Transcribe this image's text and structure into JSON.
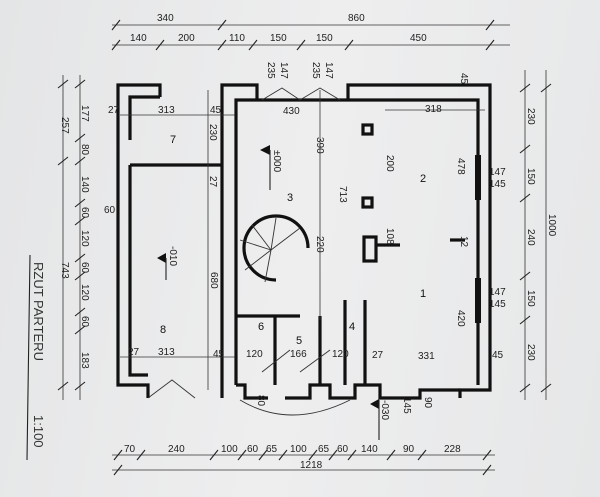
{
  "title": "RZUT PARTERU",
  "scale": "1:100",
  "top_dims": {
    "row1": [
      "340",
      "860"
    ],
    "row2": [
      "140",
      "200",
      "110",
      "150",
      "150",
      "450"
    ]
  },
  "bottom_dims": {
    "row1": [
      "70",
      "240",
      "100",
      "60",
      "65",
      "100",
      "65",
      "60",
      "140",
      "90",
      "228"
    ],
    "total": "1218"
  },
  "left_dims": {
    "outer": [
      "257",
      "743"
    ],
    "inner": [
      "177",
      "80",
      "140",
      "60",
      "120",
      "60",
      "120",
      "60",
      "183"
    ]
  },
  "right_dims": {
    "segments": [
      "230",
      "150",
      "240",
      "150",
      "230"
    ],
    "total": "1000"
  },
  "levels": [
    "±000",
    "-010",
    "-030"
  ],
  "rooms": [
    "1",
    "2",
    "3",
    "4",
    "5",
    "6",
    "7",
    "8"
  ],
  "interior_dims": {
    "d313a": "313",
    "d313b": "313",
    "d27a": "27",
    "d27b": "27",
    "d27c": "27",
    "d27d": "27",
    "d45a": "45",
    "d45b": "45",
    "d45c": "45",
    "d45d": "45",
    "d230a": "230",
    "d680": "680",
    "d390": "390",
    "d713": "713",
    "d220": "220",
    "d200": "200",
    "d108": "108",
    "d318": "318",
    "d478": "478",
    "d420": "420",
    "d147a": "147",
    "d145a": "145",
    "d147b": "147",
    "d145b": "145",
    "d12": "12",
    "d331": "331",
    "d120a": "120",
    "d166": "166",
    "d120b": "120",
    "d430": "430",
    "d235a": "235",
    "d147c": "147",
    "d235b": "235",
    "d147d": "147",
    "d90": "90",
    "d145c": "145",
    "d60": "60",
    "d80": "80"
  }
}
